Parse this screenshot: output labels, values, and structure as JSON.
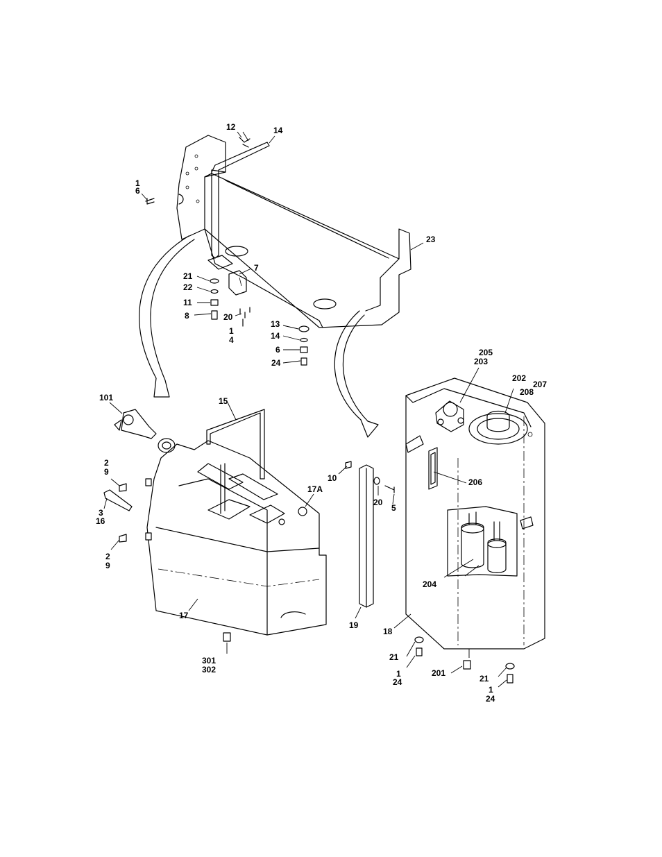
{
  "callouts": {
    "c_12": "12",
    "c_14_top": "14",
    "c_1_top": "1",
    "c_6_top": "6",
    "c_23": "23",
    "c_7": "7",
    "c_21_top": "21",
    "c_22": "22",
    "c_11": "11",
    "c_8": "8",
    "c_20_top": "20",
    "c_1_mid": "1",
    "c_4": "4",
    "c_13": "13",
    "c_14_mid": "14",
    "c_6_mid": "6",
    "c_24_mid": "24",
    "c_101": "101",
    "c_15": "15",
    "c_2_a": "2",
    "c_9_a": "9",
    "c_3": "3",
    "c_16": "16",
    "c_2_b": "2",
    "c_9_b": "9",
    "c_17A": "17A",
    "c_17": "17",
    "c_301": "301",
    "c_302": "302",
    "c_10": "10",
    "c_20_mid": "20",
    "c_5": "5",
    "c_19": "19",
    "c_205": "205",
    "c_203": "203",
    "c_202": "202",
    "c_207": "207",
    "c_208": "208",
    "c_206": "206",
    "c_204": "204",
    "c_18": "18",
    "c_21_bl": "21",
    "c_1_bl": "1",
    "c_24_bl": "24",
    "c_201": "201",
    "c_21_br": "21",
    "c_1_br": "1",
    "c_24_br": "24"
  },
  "colors": {
    "ink": "#000000",
    "paper": "#ffffff"
  }
}
